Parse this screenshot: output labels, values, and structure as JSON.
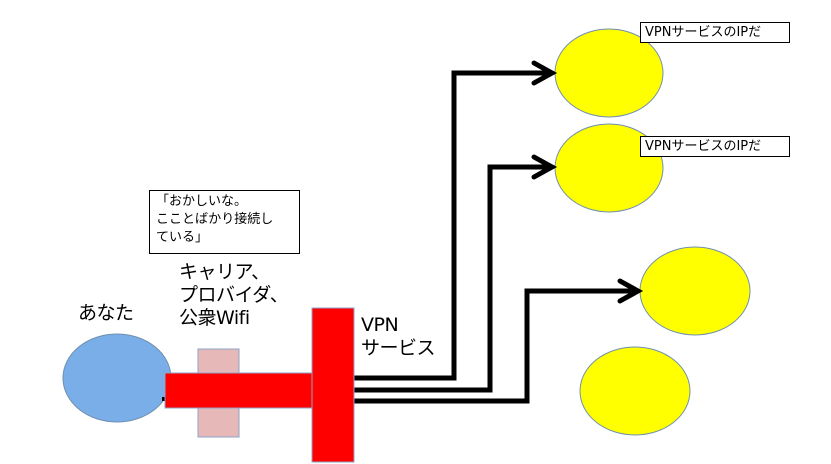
{
  "diagram": {
    "you_label": "あなた",
    "isp_label_lines": [
      "キャリア、",
      "プロバイダ、",
      "公衆Wifi"
    ],
    "vpn_label_lines": [
      "VPN",
      "サービス"
    ],
    "callout_lines": [
      "「おかしいな。",
      "こことばかり接続し",
      "ている」"
    ],
    "ip_labels": [
      "VPNサービスのIPだ",
      "VPNサービスのIPだ"
    ],
    "colors": {
      "you": "#7aaee8",
      "isp": "#e6b8b7",
      "tunnel": "#ff0000",
      "destination": "#ffff00",
      "arrow": "#000000"
    }
  }
}
